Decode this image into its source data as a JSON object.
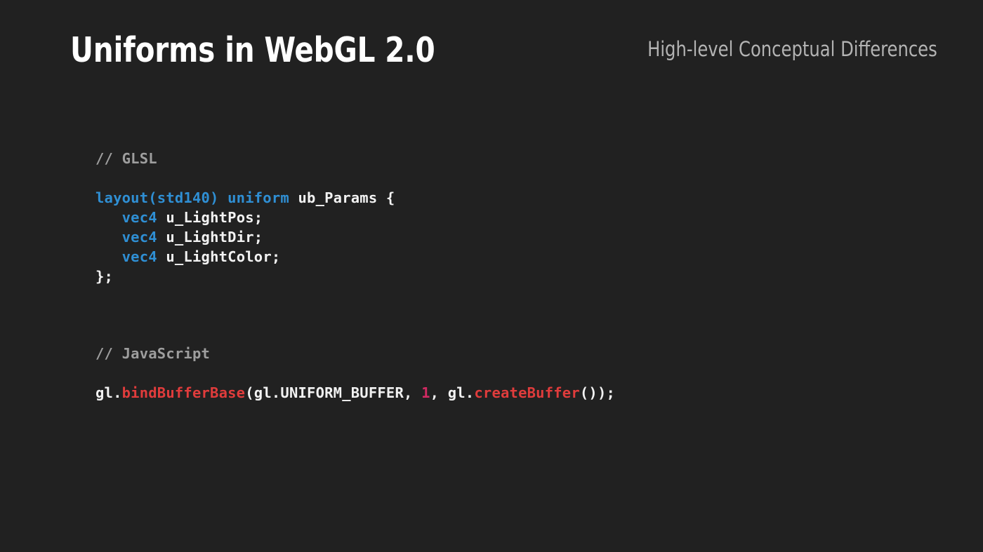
{
  "slide": {
    "background_color": "#212121",
    "title": "Uniforms in WebGL 2.0",
    "subtitle": "High-level Conceptual Differences"
  },
  "colors": {
    "background": "#212121",
    "title": "#ffffff",
    "subtitle": "#b3b3b3",
    "code_plain": "#f2f2f2",
    "code_comment": "#9e9e9e",
    "code_keyword": "#2f8fd4",
    "code_function": "#e03c3c",
    "code_number": "#d12a62"
  },
  "code": {
    "glsl": {
      "comment": "// GLSL",
      "line1": {
        "kw_layout": "layout(std140) uniform",
        "space": " ",
        "name": "ub_Params {"
      },
      "line2": {
        "type": "vec4",
        "name": " u_LightPos;",
        "indent": "   "
      },
      "line3": {
        "type": "vec4",
        "name": " u_LightDir;",
        "indent": "   "
      },
      "line4": {
        "type": "vec4",
        "name": " u_LightColor;",
        "indent": "   "
      },
      "line5": {
        "close": "};"
      }
    },
    "javascript": {
      "comment": "// JavaScript",
      "line1": {
        "obj1": "gl.",
        "func1": "bindBufferBase",
        "args_open": "(gl.UNIFORM_BUFFER, ",
        "number": "1",
        "sep": ", ",
        "obj2": "gl.",
        "func2": "createBuffer",
        "args_close": "());"
      }
    }
  }
}
